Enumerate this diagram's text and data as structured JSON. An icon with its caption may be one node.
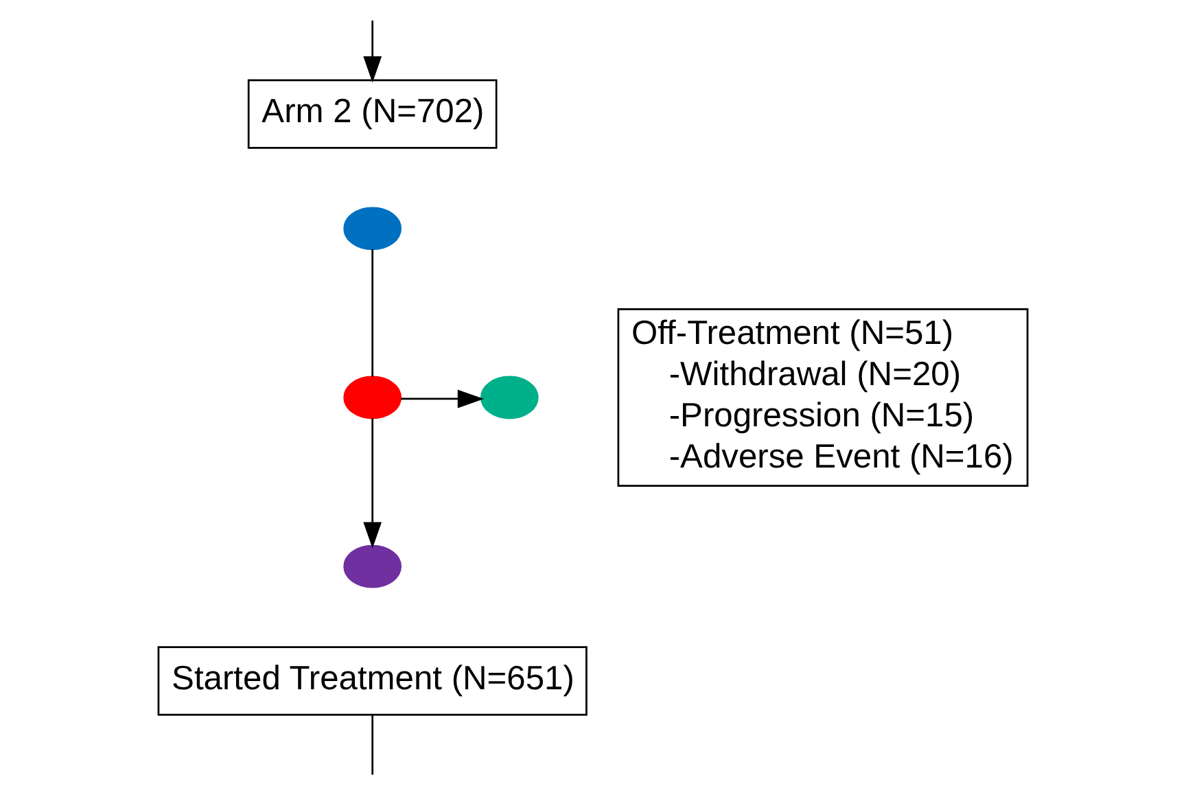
{
  "diagram": {
    "nodes": [
      {
        "text": [
          "Arm 2 (N=702)"
        ]
      },
      {
        "text": [],
        "shape": "circle"
      },
      {
        "text": [],
        "shape": "circle"
      },
      {
        "text": [
          "Off-Treatment (N=51)",
          "-Withdrawal (N=20)",
          "-Progression (N=15)",
          "-Adverse Event (N=16)"
        ]
      },
      {
        "text": [],
        "shape": "circle"
      },
      {
        "text": [],
        "shape": "circle"
      },
      {
        "text": [
          "Started Treatment (N=651)"
        ]
      }
    ],
    "edges": [
      {
        "from": null,
        "to": 0,
        "arrow": "to"
      },
      {
        "from": 1,
        "to": 2,
        "arrow": "none"
      },
      {
        "from": 2,
        "to": 4,
        "arrow": "to"
      },
      {
        "from": 2,
        "to": 5,
        "arrow": "to"
      },
      {
        "from": 6,
        "to": null,
        "arrow": "none"
      }
    ]
  }
}
